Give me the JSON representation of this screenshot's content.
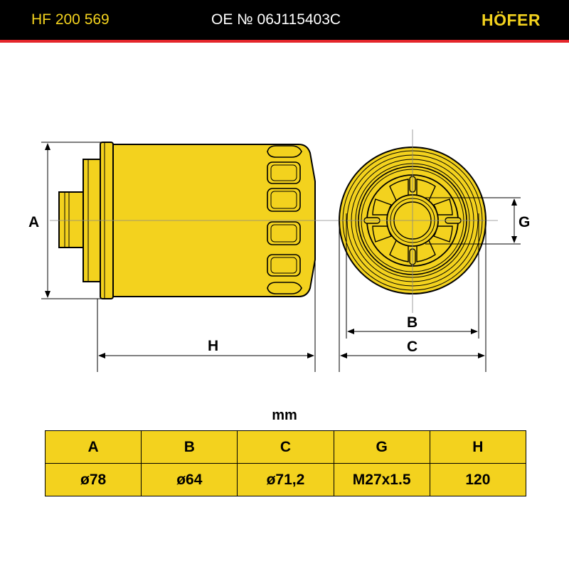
{
  "header": {
    "part_number": "HF 200 569",
    "oe_number": "OE № 06J115403C",
    "brand": "HÖFER"
  },
  "colors": {
    "header_bg": "#000000",
    "accent_red": "#e4262b",
    "brand_yellow": "#f3d21e",
    "table_fill": "#f3d21e"
  },
  "diagram": {
    "labels": {
      "a": "A",
      "b": "B",
      "c": "C",
      "g": "G",
      "h": "H"
    }
  },
  "table": {
    "unit": "mm",
    "headers": [
      "A",
      "B",
      "C",
      "G",
      "H"
    ],
    "values": [
      "ø78",
      "ø64",
      "ø71,2",
      "M27x1.5",
      "120"
    ]
  }
}
